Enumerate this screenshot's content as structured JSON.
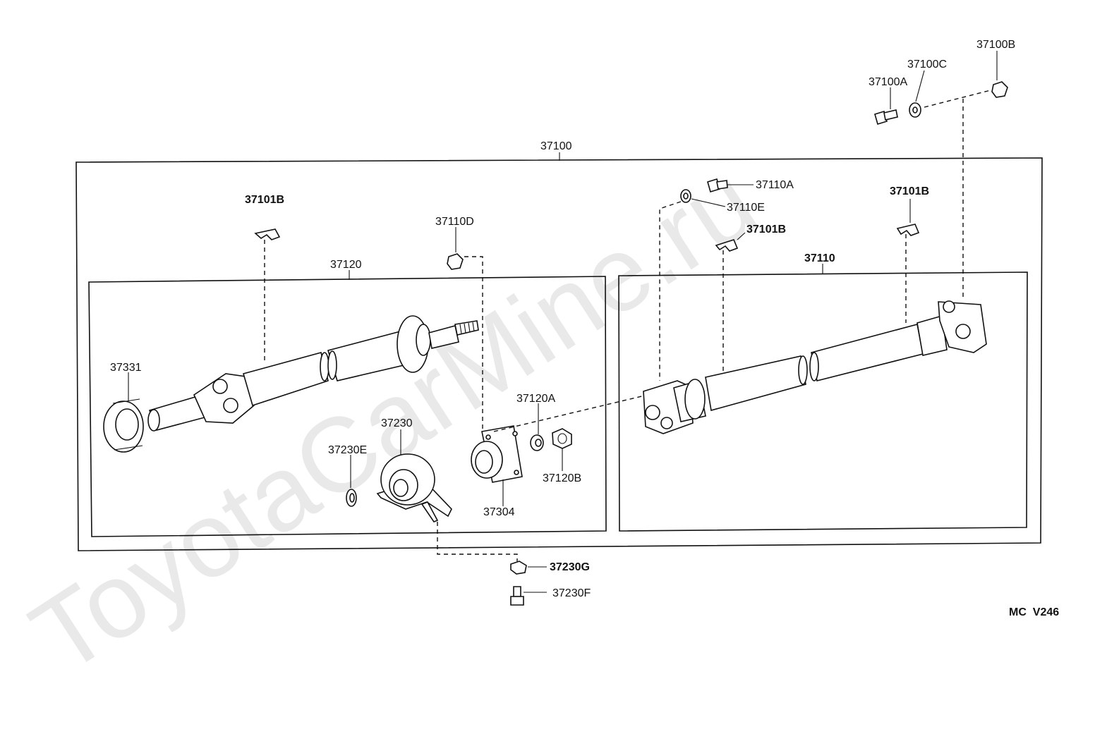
{
  "watermark": "ToyotaCarMine.ru",
  "figure_code": "MC  V246",
  "labels": {
    "p37100": "37100",
    "p37100A": "37100A",
    "p37100B": "37100B",
    "p37100C": "37100C",
    "p37101B_a": "37101B",
    "p37101B_b": "37101B",
    "p37101B_c": "37101B",
    "p37110": "37110",
    "p37110A": "37110A",
    "p37110D": "37110D",
    "p37110E": "37110E",
    "p37120": "37120",
    "p37120A": "37120A",
    "p37120B": "37120B",
    "p37230": "37230",
    "p37230E": "37230E",
    "p37230F": "37230F",
    "p37230G": "37230G",
    "p37304": "37304",
    "p37331": "37331"
  }
}
